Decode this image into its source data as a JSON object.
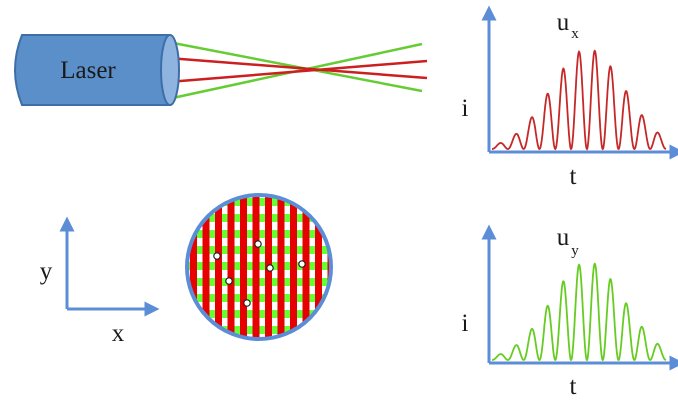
{
  "laser": {
    "label": "Laser",
    "body_color": "#5b8fc9",
    "cap_color": "#8fb4e0",
    "outline_color": "#3d6ea8"
  },
  "beams": {
    "outer_color": "#66cc33",
    "inner_color": "#cc1f1f"
  },
  "axes": {
    "arrow_color": "#5b8ed6",
    "x_label": "x",
    "y_label": "y"
  },
  "crossing": {
    "circle_color": "#5b8ed6",
    "stripe_red": "#e60000",
    "stripe_green": "#66ff33"
  },
  "plots": [
    {
      "id": "ux",
      "title_main": "u",
      "title_sub": "x",
      "ylabel": "i",
      "xlabel": "t",
      "color": "#c62828"
    },
    {
      "id": "uy",
      "title_main": "u",
      "title_sub": "y",
      "ylabel": "i",
      "xlabel": "t",
      "color": "#66cc22"
    }
  ]
}
